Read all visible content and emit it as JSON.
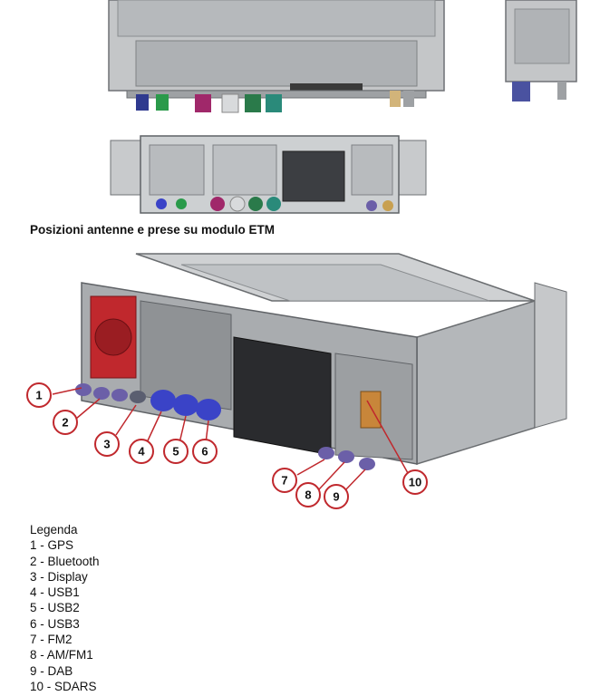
{
  "caption": "Posizioni antenne e prese su modulo ETM",
  "legend": {
    "title": "Legenda",
    "items": [
      "1 - GPS",
      "2 - Bluetooth",
      "3 - Display",
      "4 - USB1",
      "5 - USB2",
      "6 - USB3",
      "7 - FM2",
      "8 - AM/FM1",
      "9 - DAB",
      "10 - SDARS"
    ]
  },
  "callouts": [
    "1",
    "2",
    "3",
    "4",
    "5",
    "6",
    "7",
    "8",
    "9",
    "10"
  ],
  "colors": {
    "callout_ring": "#c0282d",
    "housing": "#b5b8bb",
    "connector_blue": "#3a43c7",
    "connector_violet": "#6b5fa8",
    "connector_green": "#2a9a4a",
    "connector_magenta": "#a0286a",
    "connector_teal": "#2a8a7a"
  }
}
